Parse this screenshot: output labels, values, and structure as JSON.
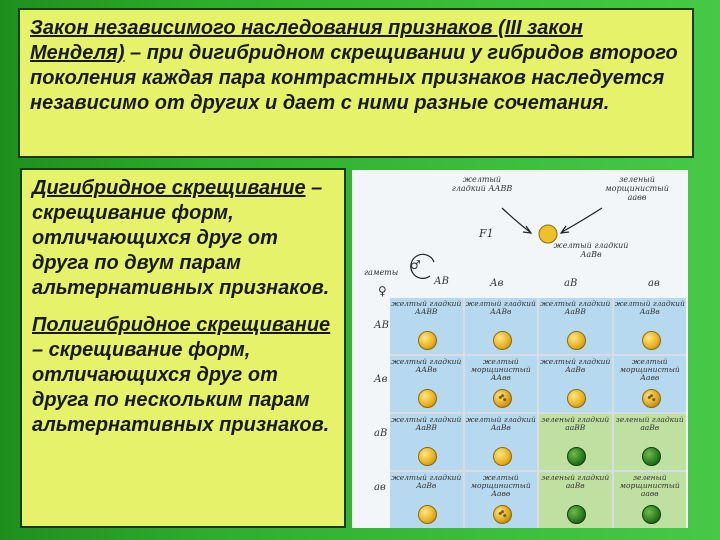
{
  "law": {
    "title_underlined": "Закон независимого наследования признаков (III закон Менделя)",
    "text": " – при дигибридном скрещивании у гибридов второго поколения каждая пара контрастных признаков наследуется независимо от других и дает с ними разные сочетания."
  },
  "defs": {
    "dihybrid_term": "Дигибридное скрещивание",
    "dihybrid_text": " – скрещивание форм, отличающихся друг от друга по двум парам альтернативных признаков.",
    "poly_term": "Полигибридное скрещивание",
    "poly_text": " – скрещивание форм, отличающихся друг от друга по нескольким парам альтернативных признаков."
  },
  "figure": {
    "parent1": "желтый гладкий ААВВ",
    "parent2": "зеленый морщинистый аавв",
    "f1_label": "F1",
    "f1": "желтый гладкий АаВв",
    "gametes_label": "гаметы",
    "female_symbol": "♀",
    "male_symbol": "♂",
    "col_gametes": [
      "АВ",
      "Ав",
      "аВ",
      "ав"
    ],
    "row_gametes": [
      "АВ",
      "Ав",
      "аВ",
      "ав"
    ],
    "cells": [
      [
        "желтый гладкий ААВВ",
        "желтый гладкий ААВв",
        "желтый гладкий АаВВ",
        "желтый гладкий АаВв"
      ],
      [
        "желтый гладкий ААВв",
        "желтый морщинистый ААвв",
        "желтый гладкий АаВв",
        "желтый морщинистый Аавв"
      ],
      [
        "желтый гладкий АаВВ",
        "желтый гладкий АаВв",
        "зеленый гладкий ааВВ",
        "зеленый гладкий ааВв"
      ],
      [
        "желтый гладкий АаВв",
        "желтый морщинистый Аавв",
        "зеленый гладкий ааВв",
        "зеленый морщинистый аавв"
      ]
    ]
  }
}
